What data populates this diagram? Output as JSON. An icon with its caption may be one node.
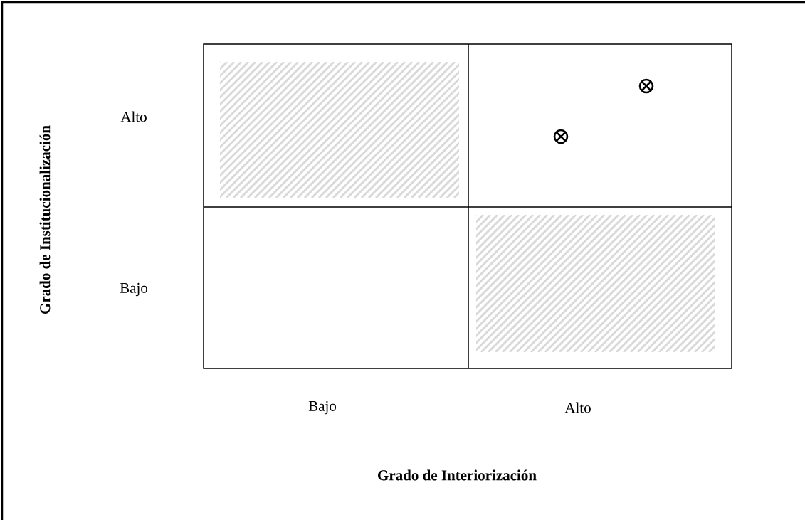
{
  "diagram": {
    "labels": [
      "Alto",
      "Bajo",
      "Grado de Institucionalización",
      "Bajo",
      "Alto",
      "Grado de Interiorización"
    ]
  }
}
